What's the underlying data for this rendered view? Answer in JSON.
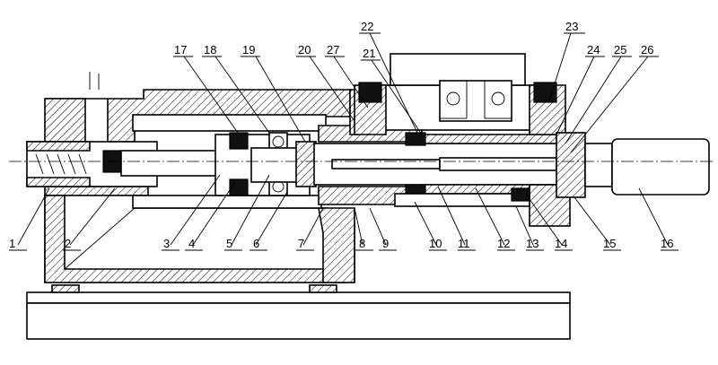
{
  "callouts": {
    "bottom": [
      "1",
      "2",
      "3",
      "4",
      "5",
      "6",
      "7",
      "8",
      "9",
      "10",
      "11",
      "12",
      "13",
      "14",
      "15",
      "16"
    ],
    "top": [
      "17",
      "18",
      "19",
      "20",
      "27",
      "21",
      "22",
      "23",
      "24",
      "25",
      "26"
    ]
  }
}
